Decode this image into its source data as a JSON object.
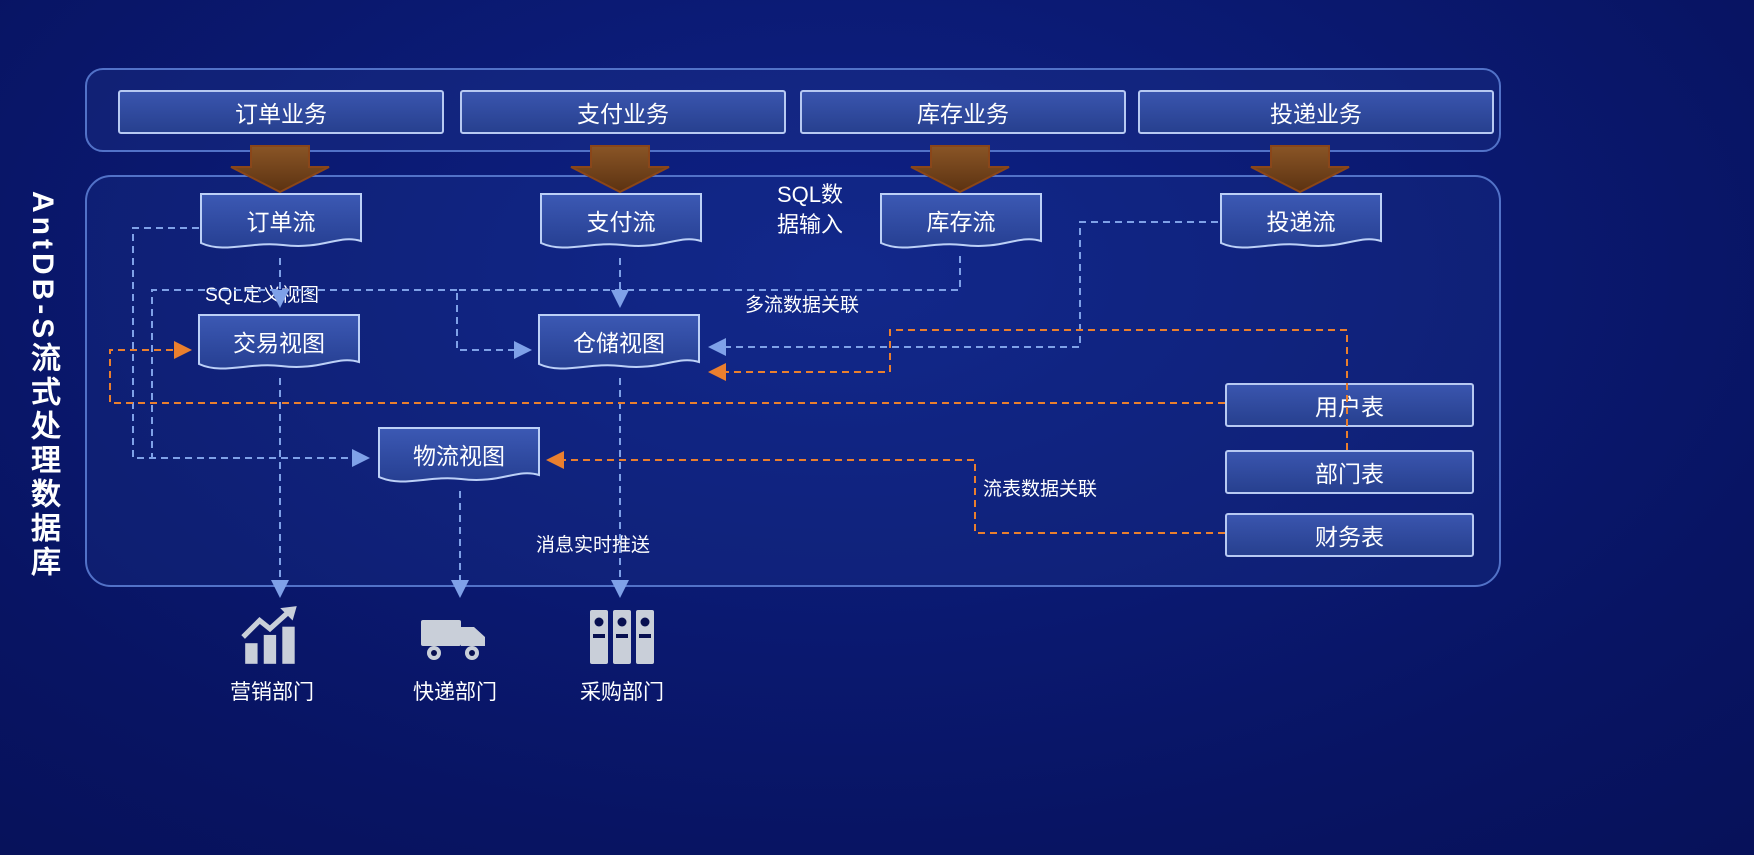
{
  "sidebar_title": "AntDB-S流式处理数据库",
  "business_layer": {
    "items": [
      {
        "label": "订单业务"
      },
      {
        "label": "支付业务"
      },
      {
        "label": "库存业务"
      },
      {
        "label": "投递业务"
      }
    ]
  },
  "streams": [
    {
      "label": "订单流"
    },
    {
      "label": "支付流"
    },
    {
      "label": "库存流"
    },
    {
      "label": "投递流"
    }
  ],
  "views": [
    {
      "label": "交易视图"
    },
    {
      "label": "仓储视图"
    },
    {
      "label": "物流视图"
    }
  ],
  "tables": [
    {
      "label": "用户表"
    },
    {
      "label": "部门表"
    },
    {
      "label": "财务表"
    }
  ],
  "annotations": {
    "sql_input": "SQL数\n据输入",
    "sql_define_view": "SQL定义视图",
    "multi_stream_join": "多流数据关联",
    "stream_table_join": "流表数据关联",
    "realtime_push": "消息实时推送"
  },
  "departments": [
    {
      "label": "营销部门",
      "icon": "chart-icon"
    },
    {
      "label": "快递部门",
      "icon": "truck-icon"
    },
    {
      "label": "采购部门",
      "icon": "archive-icon"
    }
  ],
  "colors": {
    "background": "#081463",
    "box_border": "#b7c9f2",
    "box_fill": "#2e4aa0",
    "stream_line_blue": "#7fa1e8",
    "table_line_orange": "#ea7f2e",
    "input_arrow_brown": "#6b3a18",
    "text": "#ffffff"
  }
}
